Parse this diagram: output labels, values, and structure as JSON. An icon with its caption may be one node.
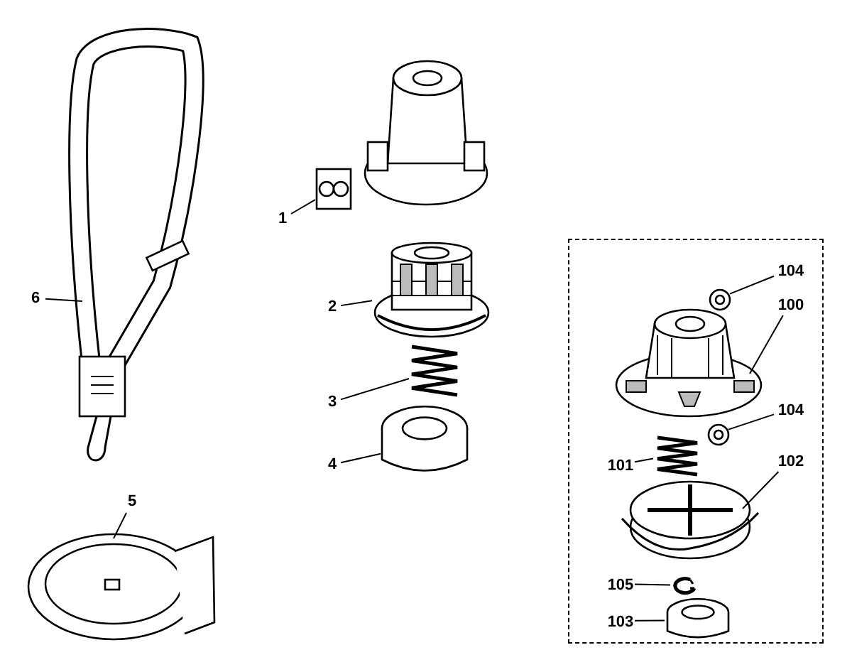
{
  "diagram": {
    "nodes": [
      {
        "text": [
          "6"
        ]
      },
      {
        "text": [],
        "shape": "picture"
      },
      {
        "text": [
          "1"
        ]
      },
      {
        "text": [],
        "shape": "picture"
      },
      {
        "text": [
          "2"
        ]
      },
      {
        "text": [],
        "shape": "picture"
      },
      {
        "text": [
          "3"
        ]
      },
      {
        "text": [],
        "shape": "picture"
      },
      {
        "text": [
          "4"
        ]
      },
      {
        "text": [],
        "shape": "picture"
      },
      {
        "text": [
          "5"
        ]
      },
      {
        "text": [],
        "shape": "picture"
      },
      {
        "text": [],
        "shape": "box"
      },
      {
        "text": [
          "104"
        ],
        "in": 12
      },
      {
        "text": [],
        "shape": "picture",
        "in": 12
      },
      {
        "text": [
          "100"
        ],
        "in": 12
      },
      {
        "text": [],
        "shape": "picture",
        "in": 12
      },
      {
        "text": [
          "104"
        ],
        "in": 12
      },
      {
        "text": [],
        "shape": "picture",
        "in": 12
      },
      {
        "text": [
          "101"
        ],
        "in": 12
      },
      {
        "text": [],
        "shape": "picture",
        "in": 12
      },
      {
        "text": [
          "102"
        ],
        "in": 12
      },
      {
        "text": [],
        "shape": "picture",
        "in": 12
      },
      {
        "text": [
          "105"
        ],
        "in": 12
      },
      {
        "text": [],
        "shape": "picture",
        "in": 12
      },
      {
        "text": [
          "103"
        ],
        "in": 12
      },
      {
        "text": [],
        "shape": "picture",
        "in": 12
      }
    ],
    "edges": [
      {
        "from": 0,
        "to": 1,
        "arrow": "none"
      },
      {
        "from": 2,
        "to": 3,
        "arrow": "none"
      },
      {
        "from": 4,
        "to": 5,
        "arrow": "none"
      },
      {
        "from": 6,
        "to": 7,
        "arrow": "none"
      },
      {
        "from": 8,
        "to": 9,
        "arrow": "none"
      },
      {
        "from": 10,
        "to": 11,
        "arrow": "none"
      },
      {
        "from": 13,
        "to": 14,
        "arrow": "none"
      },
      {
        "from": 15,
        "to": 16,
        "arrow": "none"
      },
      {
        "from": 17,
        "to": 18,
        "arrow": "none"
      },
      {
        "from": 19,
        "to": 20,
        "arrow": "none"
      },
      {
        "from": 21,
        "to": 22,
        "arrow": "none"
      },
      {
        "from": 23,
        "to": 24,
        "arrow": "none"
      },
      {
        "from": 25,
        "to": 26,
        "arrow": "none"
      }
    ]
  }
}
